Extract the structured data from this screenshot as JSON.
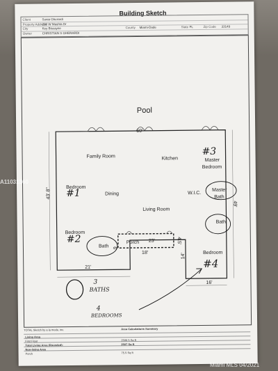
{
  "header": {
    "title": "Building Sketch"
  },
  "info": {
    "client_key": "Client",
    "client_val": "Sonia Gherardi",
    "address_key": "Property Address",
    "address_val": "200 W Mashta Dr",
    "city_key": "City",
    "city_val": "Key Biscayne",
    "county_key": "County",
    "county_val": "Miami-Dade",
    "state_key": "State",
    "state_val": "FL",
    "zip_key": "Zip Code",
    "zip_val": "33149",
    "owner_key": "Owner",
    "owner_val": "CHRISTIAN S GHERARDI"
  },
  "sketch": {
    "pool": "Pool",
    "family_room": "Family Room",
    "kitchen": "Kitchen",
    "master_bedroom": "Master Bedroom",
    "master_line1": "Master",
    "master_line2": "Bedroom",
    "bedroom1": "Bedroom",
    "dining": "Dining",
    "wic": "W.I.C.",
    "master_bath1": "Master",
    "master_bath2": "Bath",
    "living_room": "Living Room",
    "bath_right": "Bath",
    "bedroom2": "Bedroom",
    "porch": "Porch",
    "bath_left": "Bath",
    "bedroom4": "Bedroom",
    "dim_60": "60'",
    "dim_43_8": "43' 8\"",
    "dim_49": "49'",
    "dim_23": "23'",
    "dim_4_5": "4.5'",
    "dim_6": "6'",
    "dim_18": "18'",
    "dim_14": "14'",
    "dim_21": "21'",
    "dim_16": "16'"
  },
  "handwriting": {
    "num1": "#1",
    "num2": "#2",
    "num3": "#3",
    "num4": "#4",
    "baths_line1": "3",
    "baths_line2": "BATHS",
    "beds_line1": "4",
    "beds_line2": "BEDROOMS"
  },
  "footer": {
    "small_left": "TOTAL Sketch by a la mode, inc.",
    "summary_title": "Area Calculations Summary",
    "living_area": "Living Area",
    "first_floor": "First Floor",
    "first_floor_val": "2506.5 Sq ft",
    "total_living": "Total Living Area (Rounded):",
    "total_living_val": "2507 Sq ft",
    "non_living": "Non-living Area",
    "porch": "Porch",
    "porch_val": "75.5 Sq ft"
  },
  "watermarks": {
    "left": "A11031360",
    "right": "Miami MLS 04/2021"
  }
}
